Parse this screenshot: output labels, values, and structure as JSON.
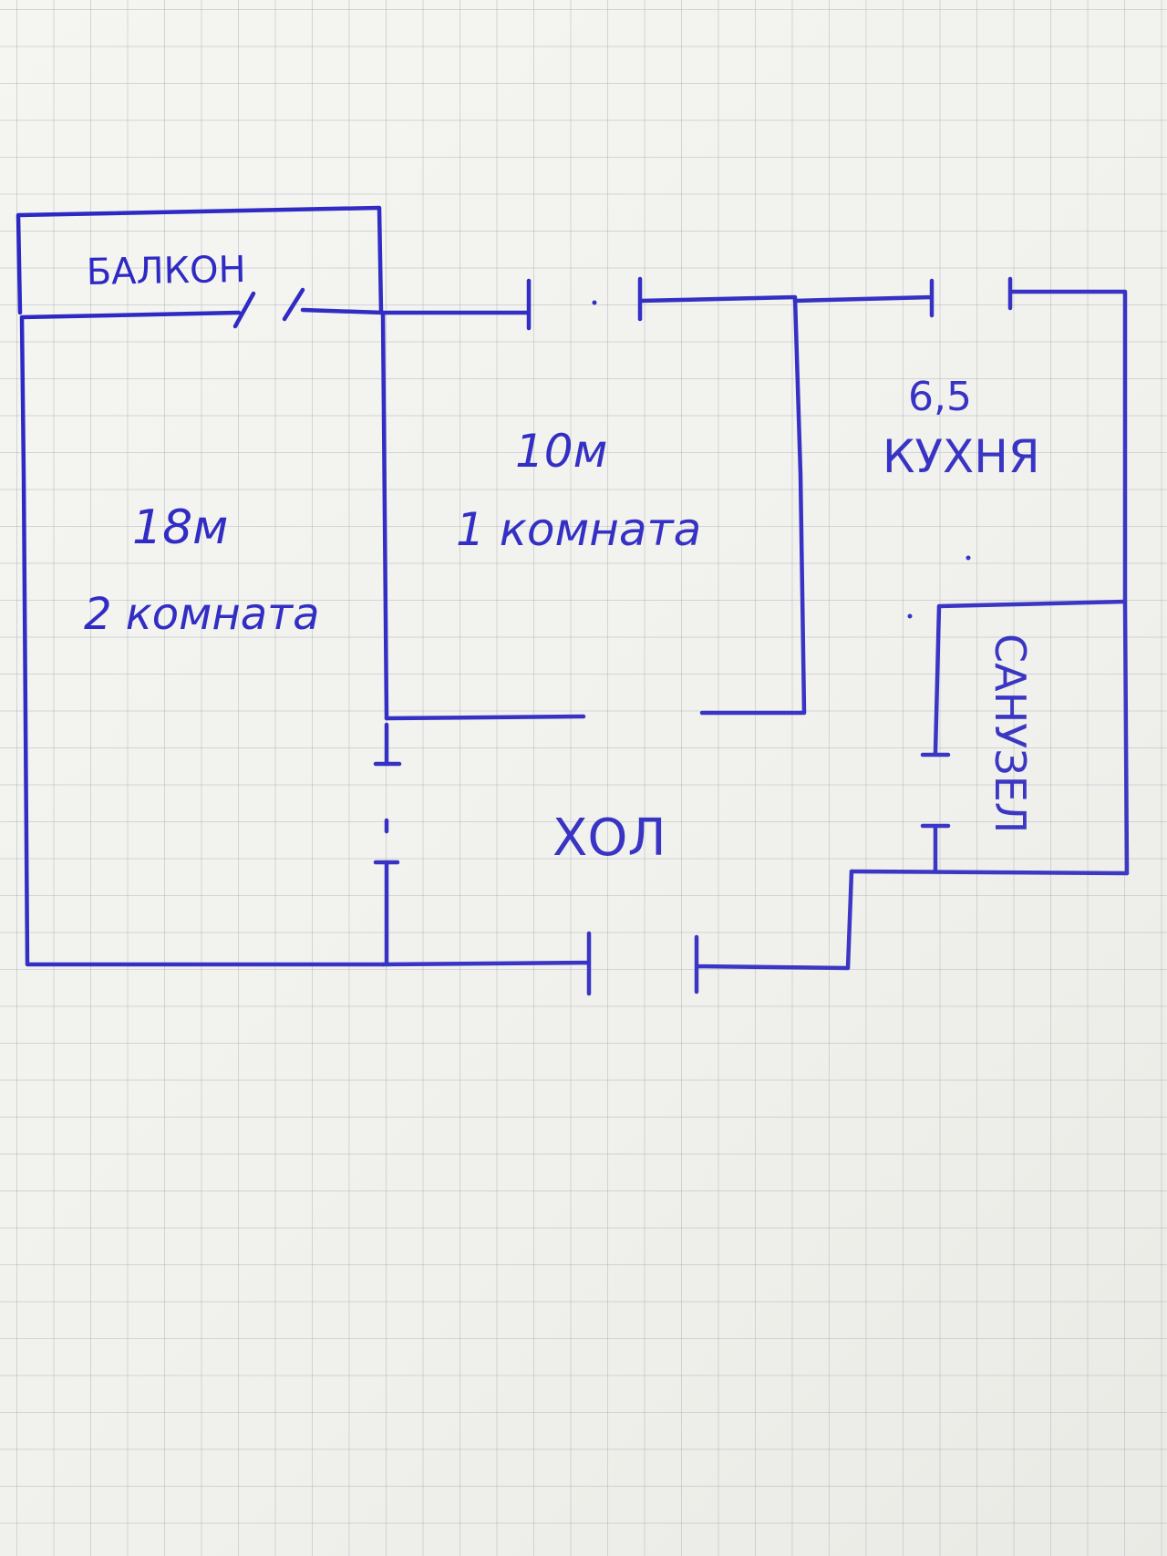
{
  "colors": {
    "ink": "#2a25c4",
    "paper": "#f5f5f1"
  },
  "labels": {
    "balcony": "БАЛКОН",
    "room2_area": "18м",
    "room2_name": "2 комната",
    "room1_area": "10м",
    "room1_name": "1 комната",
    "kitchen_area": "6,5",
    "kitchen_name": "КУХНЯ",
    "bathroom_name": "САНУЗЕЛ",
    "hall_name": "ХОЛ"
  }
}
